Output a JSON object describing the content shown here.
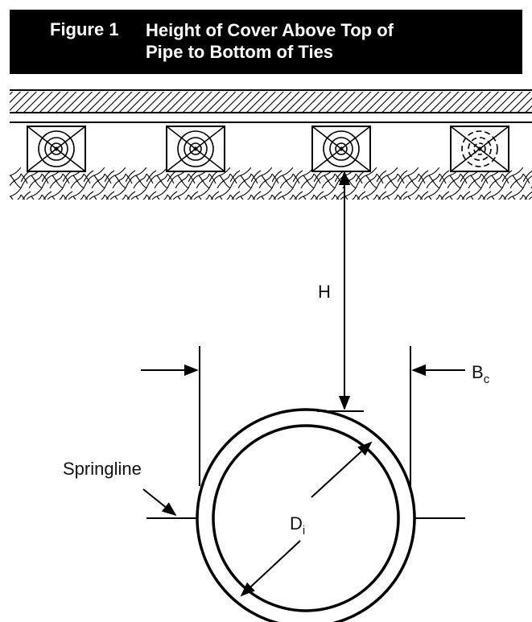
{
  "figure": {
    "number": "Figure 1",
    "title_line1": "Height of Cover Above Top of",
    "title_line2": "Pipe to Bottom of Ties"
  },
  "labels": {
    "height": "H",
    "outside_diameter": "B",
    "outside_diameter_sub": "c",
    "inside_diameter": "D",
    "inside_diameter_sub": "i",
    "springline": "Springline"
  },
  "ties": {
    "count": 4
  }
}
